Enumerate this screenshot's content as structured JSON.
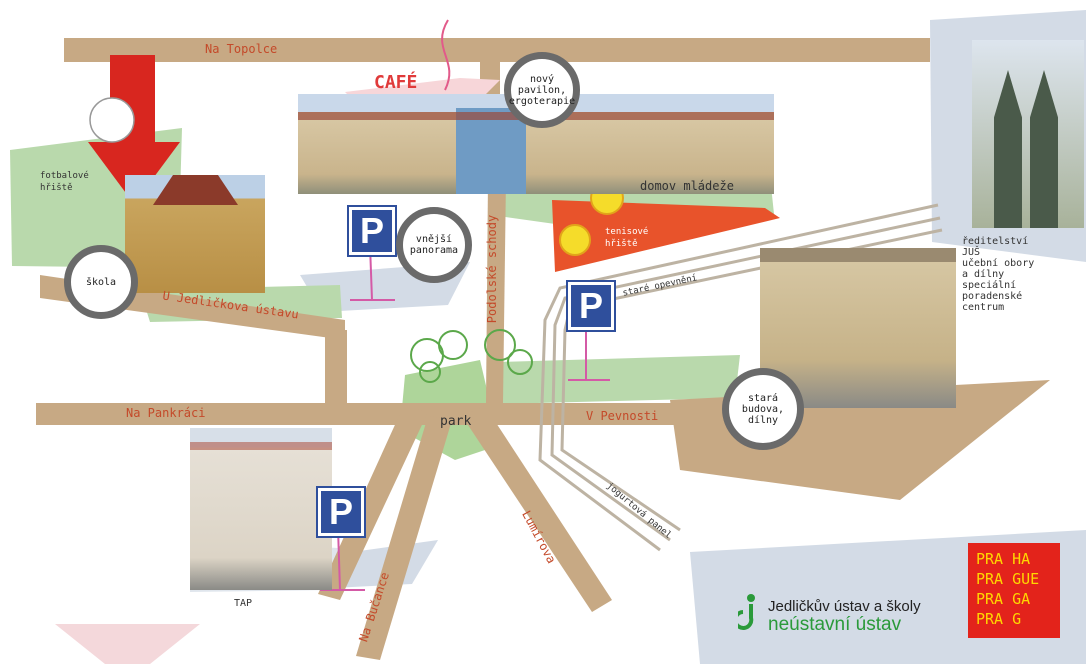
{
  "streets": {
    "na_topolce": "Na Topolce",
    "u_jedlickova_ustavu": "U Jedličkova ústavu",
    "na_pankraci": "Na Pankráci",
    "v_pevnosti": "V Pevnosti",
    "podolske_schody": "Podolské schody",
    "lumirova": "Lumírova",
    "na_bucance": "Na Bučance",
    "jogurtova_panel": "jogurtová panel",
    "stare_opevneni": "staré opevnění"
  },
  "places": {
    "fotbalove_hriste": "fotbalové\nhřiště",
    "skola": "škola",
    "cafe": "CAFÉ",
    "novy_pavilon": "nový\npavilon,\nergoterapie",
    "vnejsi_panorama": "vnější\npanorama",
    "domov_mladeze": "domov mládeže",
    "tenisove_hriste": "tenisové\nhřiště",
    "park": "park",
    "stara_budova": "stará\nbudova,\ndílny",
    "tap": "TAP",
    "reditelstvi": "ředitelství\nJUŠ\nučební obory\na dílny\nspeciální\nporadenské\ncentrum",
    "parking_letter": "P"
  },
  "logo": {
    "line1": "Jedličkův ústav a školy",
    "line2": "neústavní ústav"
  },
  "praha_badge": "PRA HA\nPRA GUE\nPRA GA\nPRA G",
  "colors": {
    "road": "#c7a984",
    "green_area": "#b9d9ac",
    "blue_area": "#d3dbe6",
    "tennis": "#e8532b",
    "circle_ring": "#6a6a6a",
    "parking_blue": "#2f4f9c",
    "praha_red": "#e3231b",
    "arrow_red": "#d8261f"
  }
}
